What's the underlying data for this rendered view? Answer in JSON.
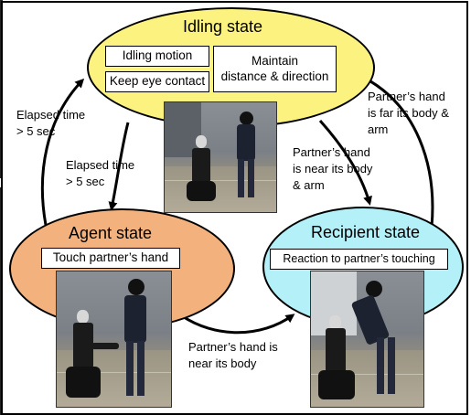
{
  "states": {
    "idling": {
      "title": "Idling state",
      "boxes": [
        "Idling motion",
        "Keep eye contact",
        "Maintain\ndistance & direction"
      ]
    },
    "agent": {
      "title": "Agent state",
      "box": "Touch partner’s hand"
    },
    "recipient": {
      "title": "Recipient state",
      "box": "Reaction to partner’s touching"
    }
  },
  "transitions": {
    "elapsed_outer": "Elapsed time\n> 5 sec",
    "elapsed_inner": "Elapsed time\n> 5 sec",
    "near_body_arm": "Partner’s hand\nis near its body\n& arm",
    "far_body_arm": "Partner’s hand\nis far its body &\narm",
    "near_body": "Partner’s hand  is\nnear its body"
  },
  "colors": {
    "idling_fill": "#fbf27f",
    "agent_fill": "#f3b27d",
    "recipient_fill": "#b3f0f8"
  }
}
